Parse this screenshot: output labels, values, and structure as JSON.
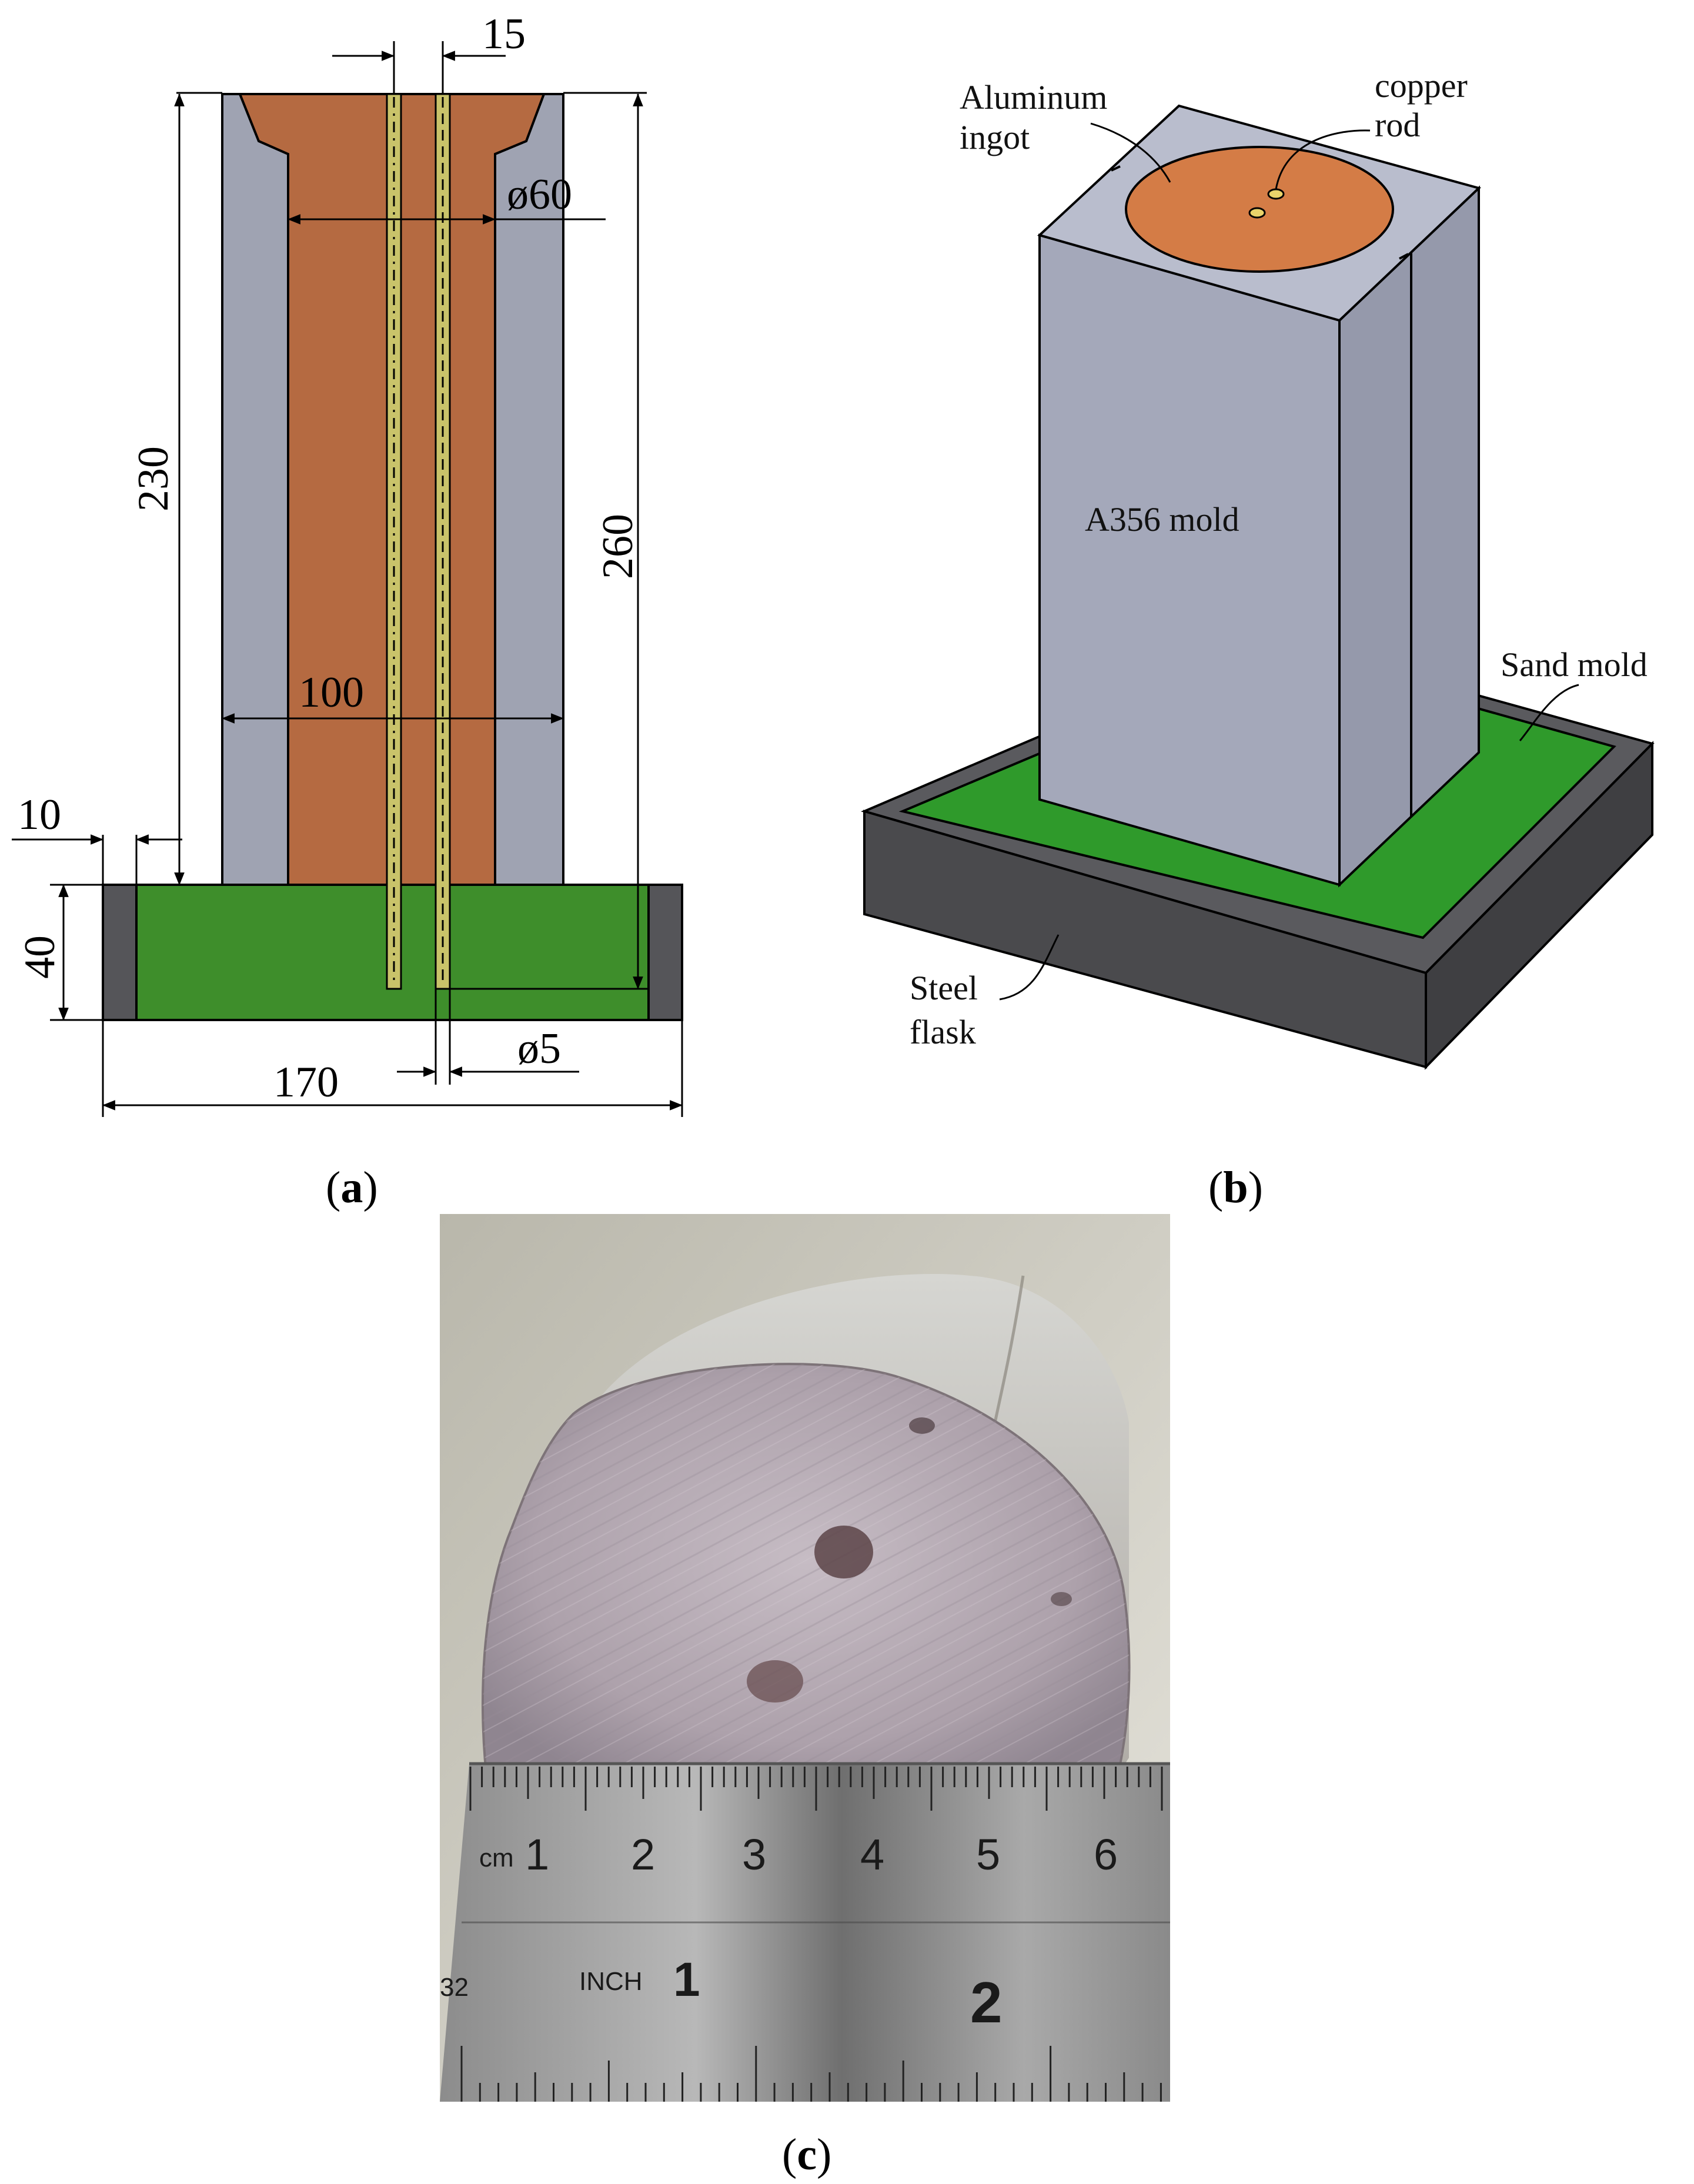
{
  "panel_a": {
    "dimensions": {
      "rod_gap": "15",
      "inner_diameter": "ø60",
      "height_mold": "230",
      "height_rod": "260",
      "mold_width": "100",
      "wall_offset": "10",
      "base_height": "40",
      "base_width": "170",
      "rod_diameter": "ø5"
    },
    "colors": {
      "ingot": "#b56a41",
      "mold": "#9fa3b2",
      "sand": "#3e8e2b",
      "flask": "#555559",
      "rod": "#c9c36a"
    },
    "caption": {
      "open": "(",
      "letter": "a",
      "close": ")"
    }
  },
  "panel_b": {
    "labels": {
      "aluminum_ingot_1": "Aluminum",
      "aluminum_ingot_2": "ingot",
      "copper_rod_1": "copper",
      "copper_rod_2": "rod",
      "mold": "A356 mold",
      "sand_mold": "Sand mold",
      "steel_flask_1": "Steel",
      "steel_flask_2": "flask"
    },
    "colors": {
      "ingot_top": "#d47c46",
      "mold_front": "#a4a8ba",
      "mold_side": "#9599ab",
      "mold_top": "#b9bdcd",
      "sand": "#2f9a2b",
      "flask_side": "#4a4a4d",
      "flask_top": "#5a5a5e"
    },
    "caption": {
      "open": "(",
      "letter": "b",
      "close": ")"
    }
  },
  "panel_c": {
    "ruler": {
      "cm_label": "cm",
      "cm_numbers": [
        "1",
        "2",
        "3",
        "4",
        "5",
        "6"
      ],
      "inch_label": "INCH",
      "inch_numbers": [
        "1",
        "2"
      ],
      "edge_number": "32"
    },
    "caption": {
      "open": "(",
      "letter": "c",
      "close": ")"
    }
  }
}
